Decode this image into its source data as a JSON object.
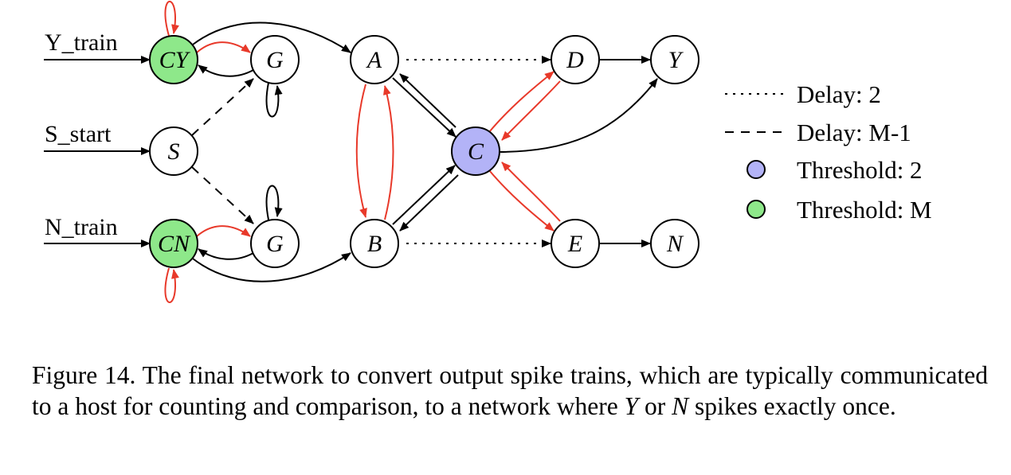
{
  "diagram": {
    "inputs": {
      "y_train": "Y_train",
      "s_start": "S_start",
      "n_train": "N_train"
    },
    "nodes": {
      "cy": "CY",
      "g_top": "G",
      "s": "S",
      "cn": "CN",
      "g_bottom": "G",
      "a": "A",
      "b": "B",
      "c": "C",
      "d": "D",
      "e": "E",
      "y": "Y",
      "n": "N"
    },
    "colors": {
      "excitatory_edge": "#000000",
      "inhibitory_edge": "#e8392a",
      "threshold_2_fill": "#b3b3f7",
      "threshold_m_fill": "#8ee88a",
      "node_fill": "#ffffff"
    }
  },
  "legend": {
    "delay_2": "Delay: 2",
    "delay_m1": "Delay: M-1",
    "threshold_2": "Threshold: 2",
    "threshold_m": "Threshold: M"
  },
  "caption": {
    "part1": "Figure 14. The final network to convert output spike trains, which are typically communicated to a host for counting and comparison, to a network where ",
    "var_y": "Y",
    "part2": " or ",
    "var_n": "N",
    "part3": " spikes exactly once."
  }
}
